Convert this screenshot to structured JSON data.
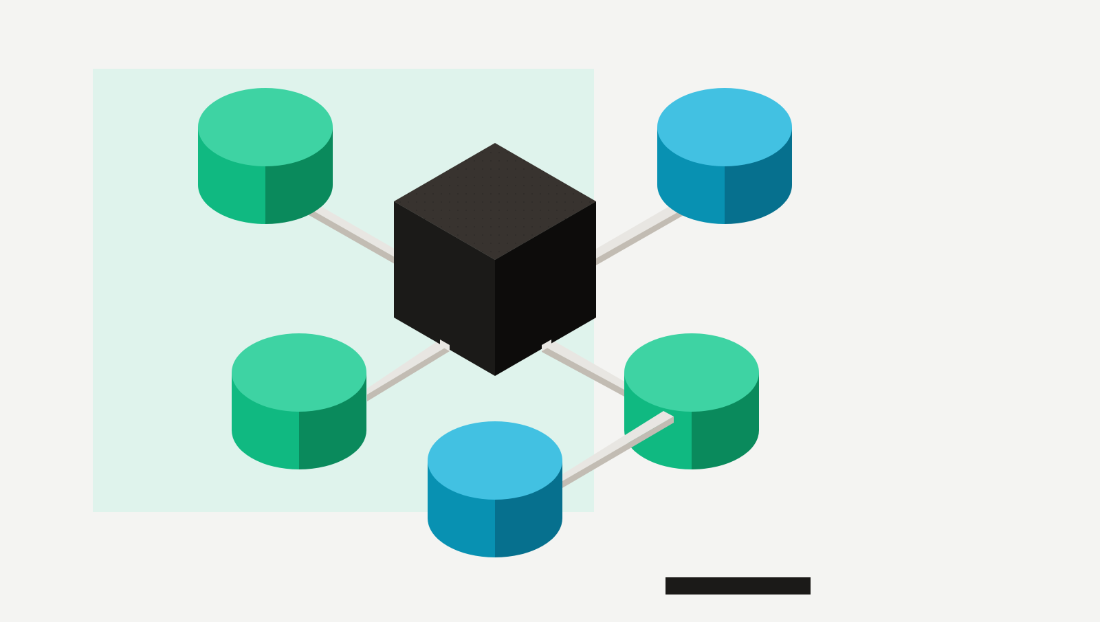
{
  "colors": {
    "background": "#f4f4f2",
    "highlight_region": "#dff3ec",
    "hub_top": "#38332f",
    "hub_left": "#1b1a18",
    "hub_right": "#0d0c0b",
    "connector_top": "#e8e6e2",
    "connector_side": "#c2bcb3",
    "green_top": "#3ed3a3",
    "green_left": "#10b981",
    "green_right": "#0a8a5c",
    "blue_top": "#42c1e2",
    "blue_left": "#0891b2",
    "blue_right": "#06708e",
    "bar": "#1b1a18"
  },
  "diagram": {
    "hub": {
      "name": "hub-cube"
    },
    "nodes": [
      {
        "name": "node-top-left",
        "color": "green"
      },
      {
        "name": "node-top-right",
        "color": "blue"
      },
      {
        "name": "node-bottom-left",
        "color": "green"
      },
      {
        "name": "node-bottom-right",
        "color": "green"
      },
      {
        "name": "node-bottom-center",
        "color": "blue"
      }
    ],
    "connections": [
      {
        "from": "hub-cube",
        "to": "node-top-left"
      },
      {
        "from": "hub-cube",
        "to": "node-top-right"
      },
      {
        "from": "hub-cube",
        "to": "node-bottom-left"
      },
      {
        "from": "hub-cube",
        "to": "node-bottom-right"
      },
      {
        "from": "node-bottom-center",
        "to": "node-bottom-right"
      }
    ]
  }
}
